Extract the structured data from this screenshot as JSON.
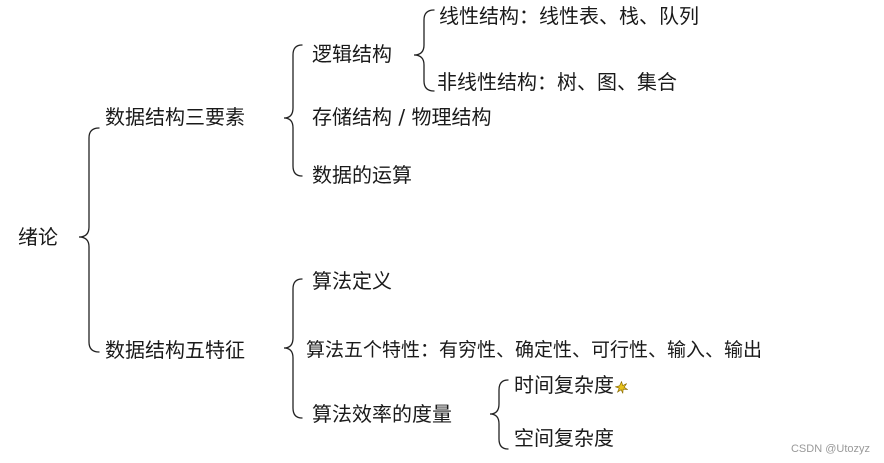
{
  "mindmap": {
    "root": "绪论",
    "elements": {
      "label": "数据结构三要素",
      "logical": {
        "label": "逻辑结构",
        "linear": "线性结构：线性表、栈、队列",
        "nonlinear": "非线性结构：树、图、集合"
      },
      "storage": "存储结构 / 物理结构",
      "operations": "数据的运算"
    },
    "features": {
      "label": "数据结构五特征",
      "definition": "算法定义",
      "characteristics": "算法五个特性：有穷性、确定性、可行性、输入、输出",
      "efficiency": {
        "label": "算法效率的度量",
        "time": "时间复杂度",
        "space": "空间复杂度"
      }
    }
  },
  "star_icon": "sparkle-icon",
  "star_color": "#e8c21a",
  "watermark": "CSDN @Utozyz"
}
